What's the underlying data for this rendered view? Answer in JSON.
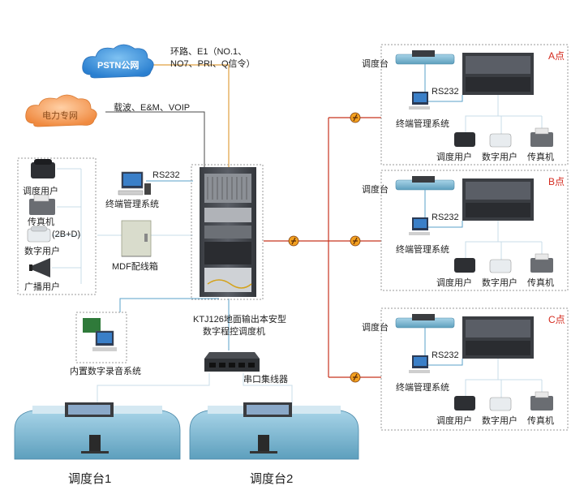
{
  "clouds": {
    "pstn": "PSTN公网",
    "power": "电力专网"
  },
  "links": {
    "pstn_line1": "环路、E1（NO.1、",
    "pstn_line2": "NO7、PRI、Q信令）",
    "power_line": "载波、E&M、VOIP"
  },
  "center": {
    "rs232": "RS232",
    "terminal_mgmt": "终端管理系统",
    "mdf": "MDF配线箱",
    "switch_line1": "KTJ126地面输出本安型",
    "switch_line2": "数字程控调度机",
    "serial_hub": "串口集线器",
    "recording": "内置数字录音系统"
  },
  "left_users": {
    "dispatch_user": "调度用户",
    "fax": "传真机",
    "note_2bd": "(2B+D)",
    "digital_user": "数字用户",
    "broadcast_user": "广播用户"
  },
  "consoles": {
    "console1": "调度台1",
    "console2": "调度台2"
  },
  "sites": [
    {
      "name": "A点",
      "console": "调度台",
      "rs232": "RS232",
      "mgmt": "终端管理系统",
      "dispatch_user": "调度用户",
      "digital_user": "数字用户",
      "fax": "传真机"
    },
    {
      "name": "B点",
      "console": "调度台",
      "rs232": "RS232",
      "mgmt": "终端管理系统",
      "dispatch_user": "调度用户",
      "digital_user": "数字用户",
      "fax": "传真机"
    },
    {
      "name": "C点",
      "console": "调度台",
      "rs232": "RS232",
      "mgmt": "终端管理系统",
      "dispatch_user": "调度用户",
      "digital_user": "数字用户",
      "fax": "传真机"
    }
  ],
  "colors": {
    "red_link": "#c8341f",
    "orange_link": "#e0a040",
    "blue_link": "#5aa0c8",
    "pstn_cloud": "#3c8fd8",
    "power_cloud": "#f29b5c",
    "site_label": "#d42a1e"
  }
}
